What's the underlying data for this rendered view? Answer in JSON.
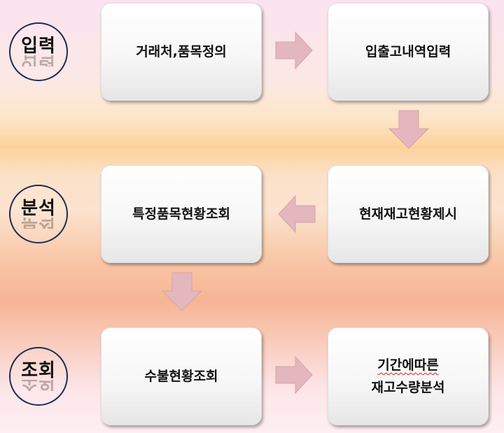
{
  "labels": {
    "input": "입력",
    "analysis": "분석",
    "inquiry": "조회"
  },
  "boxes": {
    "b1": "거래처,품목정의",
    "b2": "입출고내역입력",
    "b3": "현재재고현황제시",
    "b4": "특정품목현황조회",
    "b5": "수불현황조회",
    "b6_line1": "기간에따른",
    "b6_line2": "재고수량분석"
  },
  "colors": {
    "arrow": "#e3b7bd",
    "circle_border": "#1f2d4e"
  }
}
